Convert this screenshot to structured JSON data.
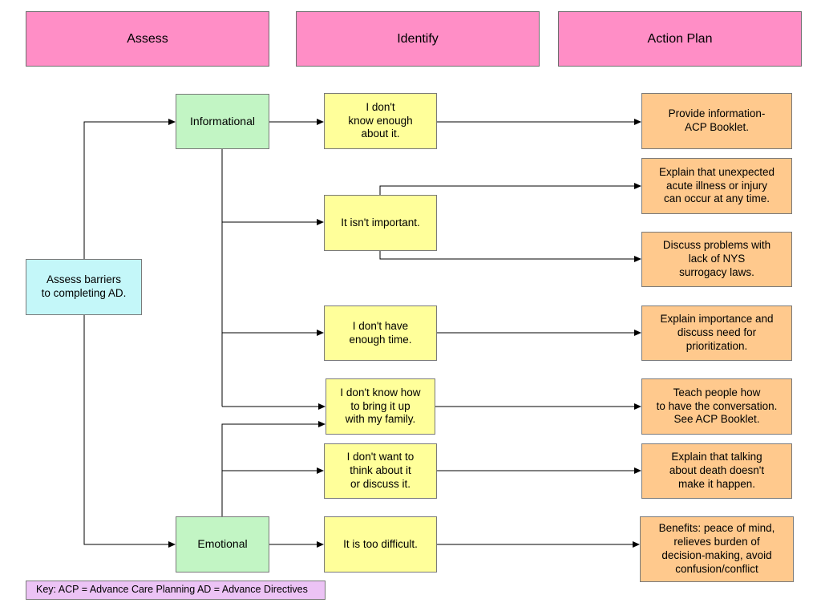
{
  "headers": {
    "assess": "Assess",
    "identify": "Identify",
    "action_plan": "Action Plan"
  },
  "start": "Assess barriers\nto completing AD.",
  "categories": {
    "informational": "Informational",
    "emotional": "Emotional"
  },
  "barriers": [
    "I don't\nknow enough\nabout it.",
    "It isn't important.",
    "I don't have\nenough time.",
    "I don't know how\nto bring it up\nwith my family.",
    "I don't want to\nthink about it\nor discuss it.",
    "It is too difficult."
  ],
  "actions": [
    "Provide information-\nACP Booklet.",
    "Explain that unexpected\nacute illness or injury\ncan occur at any time.",
    "Discuss problems with\nlack of NYS\nsurrogacy laws.",
    "Explain importance and\ndiscuss need for\nprioritization.",
    "Teach people how\nto have the conversation.\nSee ACP Booklet.",
    "Explain that talking\nabout death doesn't\nmake it happen.",
    "Benefits: peace of mind,\nrelieves burden of\ndecision-making, avoid\nconfusion/conflict"
  ],
  "key": "Key: ACP = Advance Care Planning  AD = Advance Directives",
  "colors": {
    "header": "#ff8ec6",
    "start": "#c4f7f9",
    "category": "#c2f5c4",
    "barrier": "#ffff9a",
    "action": "#ffc98d",
    "key": "#ecc3f5"
  }
}
